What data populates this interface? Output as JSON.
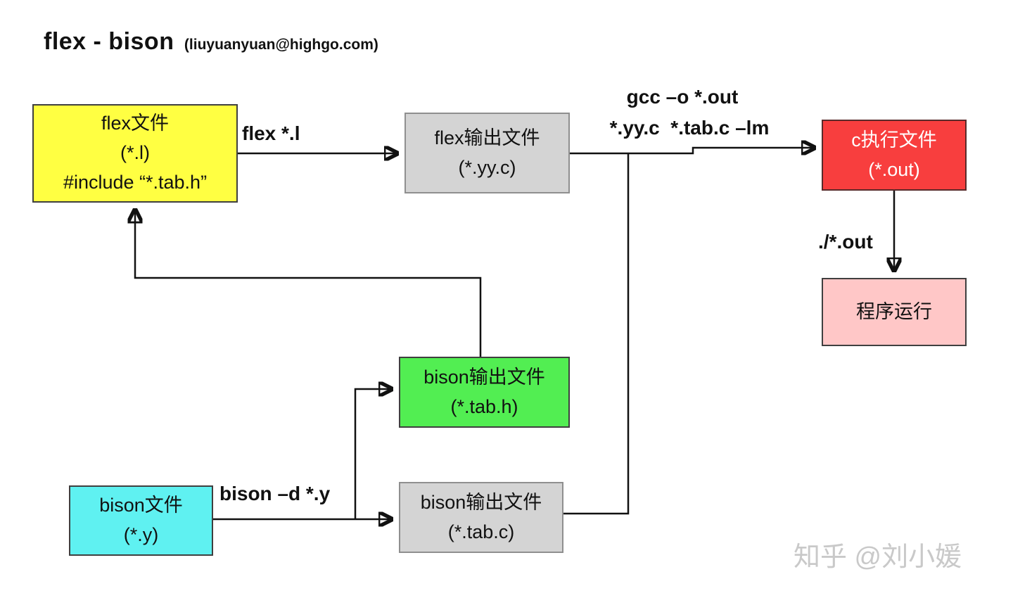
{
  "title": {
    "main": "flex - bison",
    "email": "(liuyuanyuan@highgo.com)"
  },
  "nodes": {
    "flex_file": {
      "lines": [
        "flex文件",
        "(*.l)",
        "#include “*.tab.h”"
      ],
      "color": "#ffff42"
    },
    "flex_output": {
      "lines": [
        "flex输出文件",
        "(*.yy.c)"
      ],
      "color": "#d4d4d4"
    },
    "c_exec": {
      "lines": [
        "c执行文件",
        "(*.out)"
      ],
      "color": "#f83e3e"
    },
    "program_run": {
      "lines": [
        "程序运行"
      ],
      "color": "#ffc7c7"
    },
    "bison_output_h": {
      "lines": [
        "bison输出文件",
        "(*.tab.h)"
      ],
      "color": "#52ee52"
    },
    "bison_output_c": {
      "lines": [
        "bison输出文件",
        "(*.tab.c)"
      ],
      "color": "#d4d4d4"
    },
    "bison_file": {
      "lines": [
        "bison文件",
        "(*.y)"
      ],
      "color": "#5ff1f1"
    }
  },
  "labels": {
    "flex_cmd": "flex *.l",
    "gcc_cmd_line1": "gcc –o *.out",
    "gcc_cmd_line2": "*.yy.c  *.tab.c –lm",
    "run_cmd": "./*.out",
    "bison_cmd": "bison –d *.y"
  },
  "edges": [
    {
      "from": "flex_file",
      "to": "flex_output",
      "label": "flex *.l"
    },
    {
      "from": "flex_output",
      "to": "c_exec",
      "label": "gcc –o *.out *.yy.c *.tab.c –lm"
    },
    {
      "from": "bison_output_c",
      "to": "c_exec",
      "label": ""
    },
    {
      "from": "c_exec",
      "to": "program_run",
      "label": "./*.out"
    },
    {
      "from": "bison_output_h",
      "to": "flex_file",
      "label": ""
    },
    {
      "from": "bison_file",
      "to": "bison_output_h",
      "label": "bison –d *.y"
    },
    {
      "from": "bison_file",
      "to": "bison_output_c",
      "label": "bison –d *.y"
    }
  ],
  "watermark": "知乎 @刘小媛",
  "colors": {
    "line": "#111111",
    "yellow": "#ffff42",
    "gray": "#d4d4d4",
    "red": "#f83e3e",
    "pink": "#ffc7c7",
    "green": "#52ee52",
    "cyan": "#5ff1f1",
    "watermark": "#c9c9c9"
  }
}
